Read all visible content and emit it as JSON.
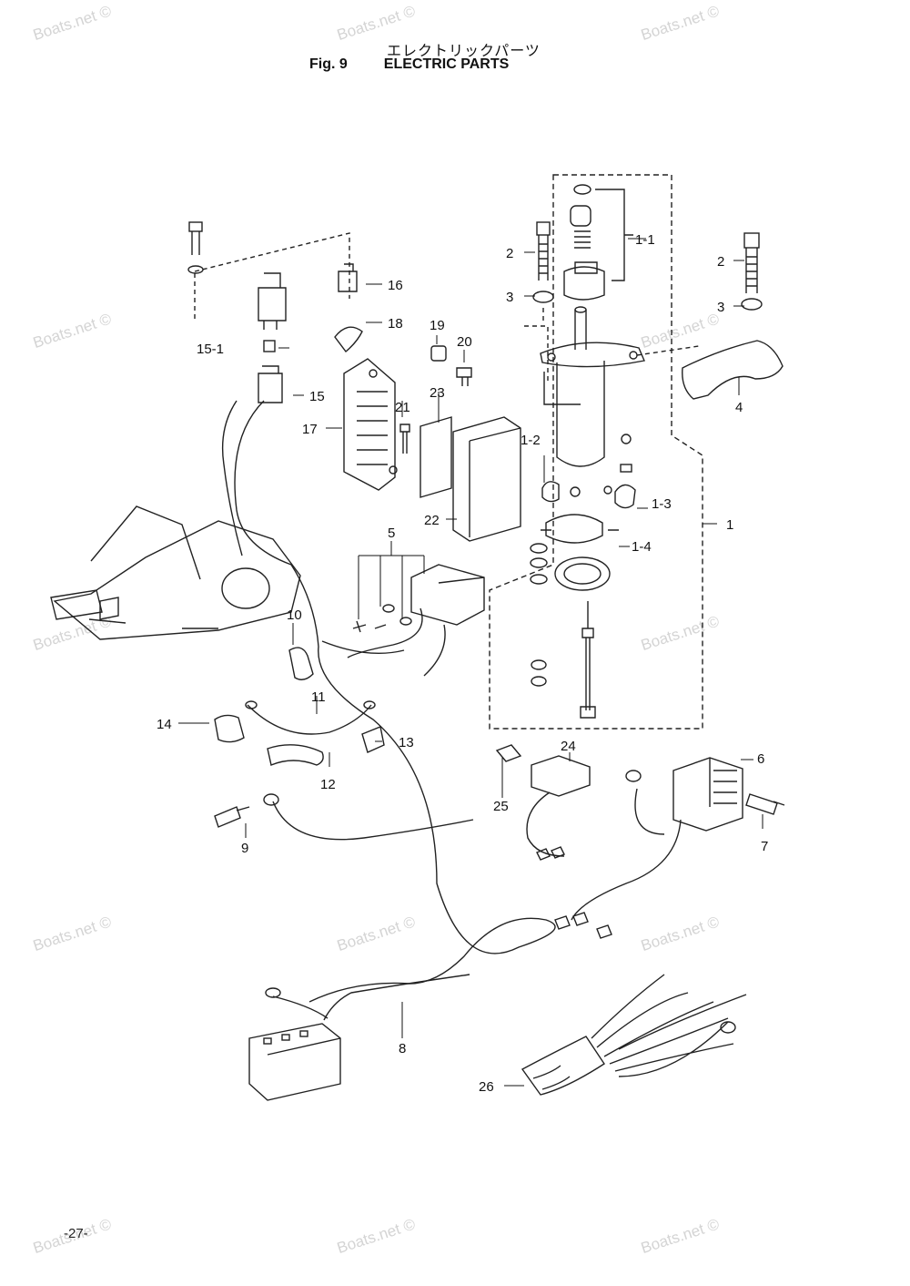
{
  "header": {
    "japanese_title": "エレクトリックパーツ",
    "figure_number": "Fig. 9",
    "figure_title": "ELECTRIC PARTS"
  },
  "watermark": "Boats.net ©",
  "page_number": "-27-",
  "callouts": [
    "1",
    "1-1",
    "1-2",
    "1-3",
    "1-4",
    "2",
    "3",
    "4",
    "5",
    "6",
    "7",
    "8",
    "9",
    "10",
    "11",
    "12",
    "13",
    "14",
    "15",
    "15-1",
    "16",
    "17",
    "18",
    "19",
    "20",
    "21",
    "22",
    "23",
    "24",
    "25",
    "26"
  ]
}
